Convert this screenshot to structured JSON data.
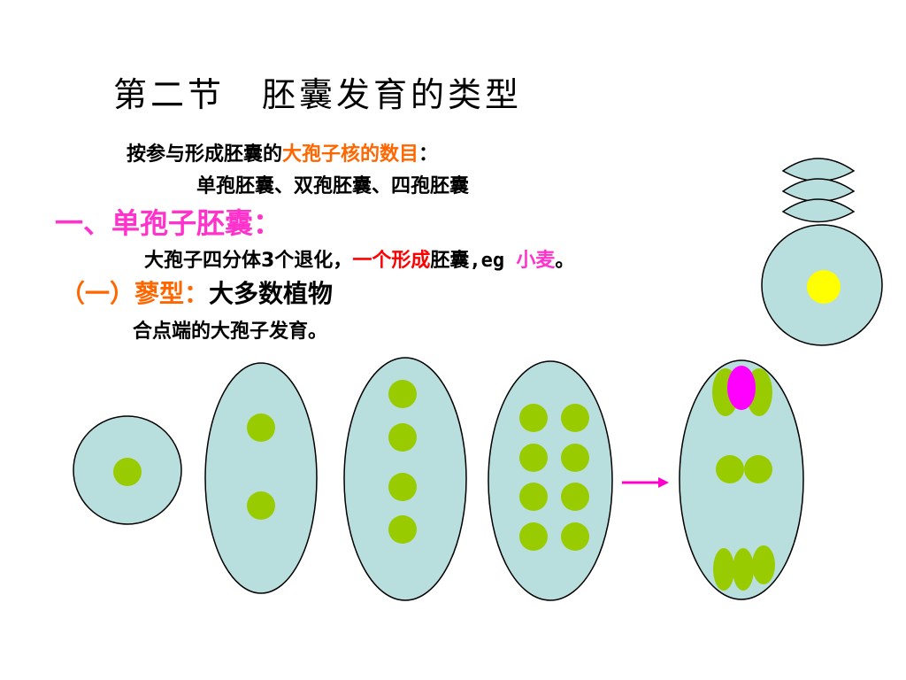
{
  "title": "第二节　胚囊发育的类型",
  "intro": {
    "prefix": "按参与形成胚囊的",
    "highlight": "大孢子核的数目",
    "suffix": "："
  },
  "types_line": "单孢胚囊、双孢胚囊、四孢胚囊",
  "heading1": "一、单孢子胚囊：",
  "desc": {
    "part1": "大孢子四分体3个退化，",
    "highlight": "一个形成",
    "part2": "胚囊",
    "eg": ",eg ",
    "example": "小麦",
    "end": "。"
  },
  "heading2": {
    "label": "（一）蓼型：",
    "text": "大多数植物"
  },
  "origin": "合点端的大孢子发育。",
  "colors": {
    "cell_fill": "#b9dede",
    "nucleus": "#99cc00",
    "highlight_orange": "#ff6600",
    "highlight_red": "#ff0000",
    "heading_pink": "#ff33cc",
    "arrow": "#ff00cc",
    "egg": "#ff00ff",
    "megaspore": "#ffff00"
  }
}
